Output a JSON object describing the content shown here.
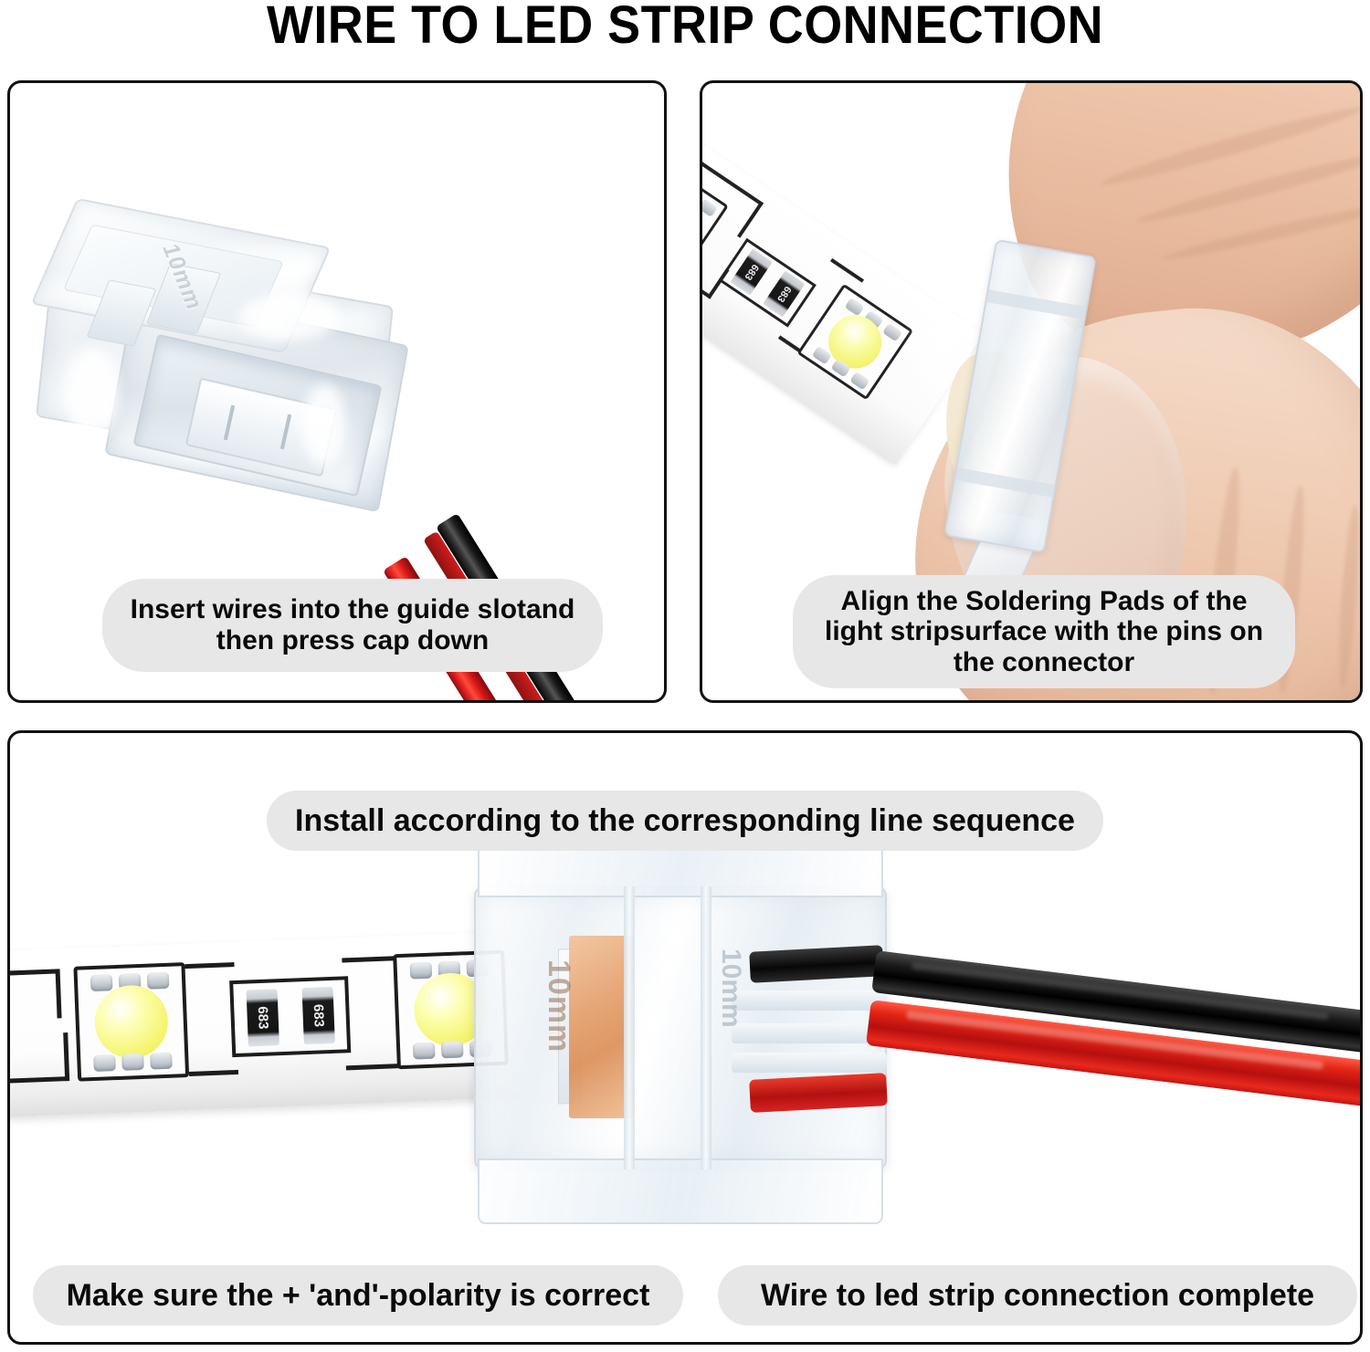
{
  "title": "WIRE TO LED STRIP CONNECTION",
  "panels": [
    {
      "id": "panel-1",
      "caption": "Insert wires into the guide slotand then press cap down",
      "subject": "clear-2-pin-connector-and-wires",
      "connector": {
        "embossed_label": "10mm",
        "material": "clear plastic",
        "pins": 2
      },
      "wires": [
        {
          "color_name": "red",
          "hex": "#d41616"
        },
        {
          "color_name": "black",
          "hex": "#111111"
        }
      ]
    },
    {
      "id": "panel-2",
      "caption": "Align the Soldering Pads of the light stripsurface with the pins on the connector",
      "subject": "hand-holding-led-strip-against-connector",
      "led_strip": {
        "pcb_color": "#ffffff",
        "led_package": "5050",
        "led_phosphor_hex": "#f4f46c",
        "resistor_code": "683",
        "resistor_count": 2,
        "led_count": 2
      }
    },
    {
      "id": "panel-3",
      "caption_top": "Install according to the corresponding line sequence",
      "caption_bottom_left": "Make sure the + 'and'-polarity is correct",
      "caption_bottom_right": "Wire to led strip connection complete",
      "subject": "completed-assembly-strip-connector-wires",
      "connector": {
        "embossed_label": "10mm",
        "embossed_label_2": "10mm"
      },
      "led_strip": {
        "led_package": "5050",
        "resistor_code": "683",
        "resistor_count": 2,
        "led_count": 2
      },
      "wires": [
        {
          "color_name": "black",
          "hex": "#000000",
          "polarity": "-"
        },
        {
          "color_name": "red",
          "hex": "#d41616",
          "polarity": "+"
        }
      ]
    }
  ],
  "colors": {
    "background": "#ffffff",
    "panel_border": "#111111",
    "pill_background": "#e7e7e7",
    "text": "#0a0a0a",
    "wire_red": "#d41616",
    "wire_black": "#000000",
    "led_phosphor": "#f4f46c",
    "copper": "#e5a06c",
    "skin": "#eec5ab"
  },
  "resistor_label": "683",
  "connector_label": "10mm"
}
